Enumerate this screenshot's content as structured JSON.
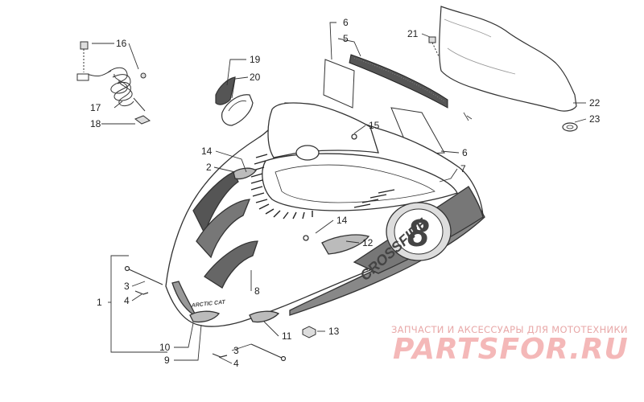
{
  "diagram": {
    "callouts": [
      "1",
      "2",
      "3",
      "4",
      "5",
      "6",
      "7",
      "8",
      "9",
      "10",
      "11",
      "12",
      "13",
      "14",
      "15",
      "16",
      "17",
      "18",
      "19",
      "20",
      "21",
      "22",
      "23"
    ],
    "labels": {
      "l1": "1",
      "l2": "2",
      "l3a": "3",
      "l3b": "3",
      "l4a": "4",
      "l4b": "4",
      "l5": "5",
      "l6a": "6",
      "l6b": "6",
      "l7": "7",
      "l8": "8",
      "l9": "9",
      "l10": "10",
      "l11": "11",
      "l12": "12",
      "l13": "13",
      "l14a": "14",
      "l14b": "14",
      "l15": "15",
      "l16": "16",
      "l17": "17",
      "l18": "18",
      "l19": "19",
      "l20": "20",
      "l21": "21",
      "l22": "22",
      "l23": "23"
    },
    "decal": {
      "brand": "ARCTIC CAT",
      "model": "CROSSFIRE",
      "number": "8"
    }
  },
  "watermark": {
    "line1": "ЗАПЧАСТИ И АКСЕССУАРЫ ДЛЯ МОТОТЕХНИКИ",
    "line2": "PARTSFOR.RU"
  }
}
